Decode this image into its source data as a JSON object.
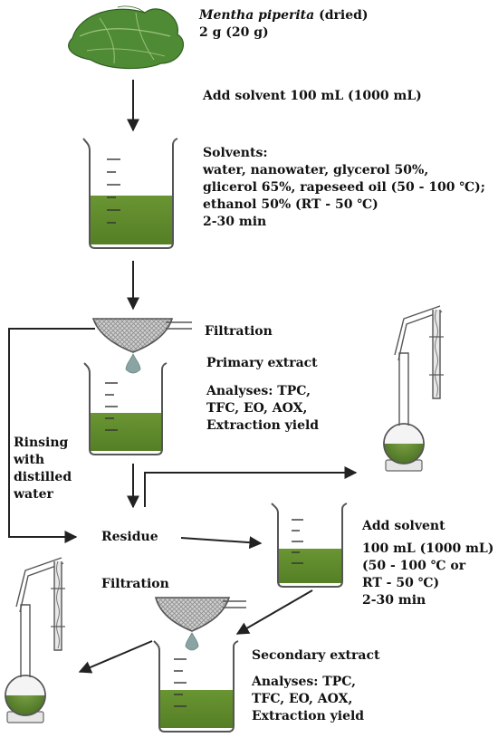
{
  "colors": {
    "liquid": "#5f8a2c",
    "leaf": "#4f8a35",
    "leaf_vein": "#9cc47e",
    "arrow": "#222222",
    "glass": "#555555",
    "mesh": "#8e8e8e"
  },
  "icons": [
    "mint-leaves-icon",
    "beaker-icon",
    "filter-funnel-icon",
    "drop-icon",
    "distillation-apparatus-icon"
  ],
  "plant": {
    "name": "Mentha piperita",
    "state": "(dried)",
    "amount": "2 g (20 g)"
  },
  "step_add_solvent": "Add solvent 100 mL (1000 mL)",
  "solvents": {
    "title": "Solvents:",
    "lines": [
      "water, nanowater, glycerol 50%,",
      "glicerol 65%, rapeseed oil (50 - 100 ℃);",
      "ethanol 50% (RT - 50 ℃)",
      "2-30 min"
    ]
  },
  "filtration_1": "Filtration",
  "primary": {
    "title": "Primary extract",
    "analyses": [
      "Analyses: TPC,",
      "TFC, EO, AOX,",
      "Extraction yield"
    ]
  },
  "rinsing": [
    "Rinsing",
    "with",
    "distilled",
    "water"
  ],
  "residue": "Residue",
  "second_solvent": {
    "lines": [
      "Add solvent",
      "100 mL (1000 mL)",
      "(50 - 100 ℃  or",
      "RT - 50 ℃)",
      "2-30 min"
    ]
  },
  "filtration_2": "Filtration",
  "secondary": {
    "title": "Secondary extract",
    "analyses": [
      "Analyses: TPC,",
      "TFC, EO, AOX,",
      "Extraction yield"
    ]
  }
}
